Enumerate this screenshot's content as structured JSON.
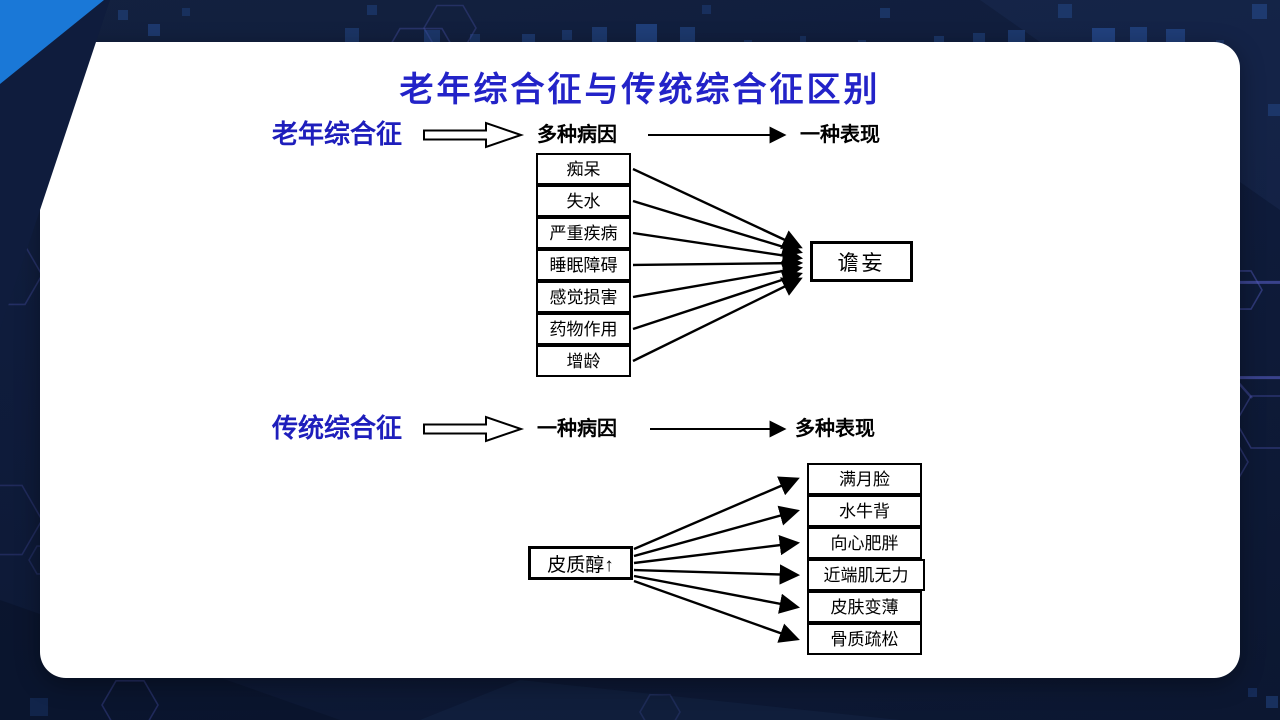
{
  "slide": {
    "title": "老年综合征与传统综合征区别",
    "sections": [
      {
        "label": "老年综合征",
        "cause_label": "多种病因",
        "result_label": "一种表现",
        "items": [
          "痴呆",
          "失水",
          "严重疾病",
          "睡眠障碍",
          "感觉损害",
          "药物作用",
          "增龄"
        ],
        "target": "谵妄"
      },
      {
        "label": "传统综合征",
        "cause_label": "一种病因",
        "result_label": "多种表现",
        "source": "皮质醇↑",
        "items": [
          "满月脸",
          "水牛背",
          "向心肥胖",
          "近端肌无力",
          "皮肤变薄",
          "骨质疏松"
        ]
      }
    ],
    "colors": {
      "background": "#0f1c3c",
      "panel": "#ffffff",
      "title_text": "#2323c8",
      "section_label_text": "#1e1ebc",
      "diagram_line": "#000000",
      "corner_accent_blue": "#1a78d7",
      "pattern_square": "#24498c",
      "pattern_hexagon": "#575dc4"
    }
  }
}
